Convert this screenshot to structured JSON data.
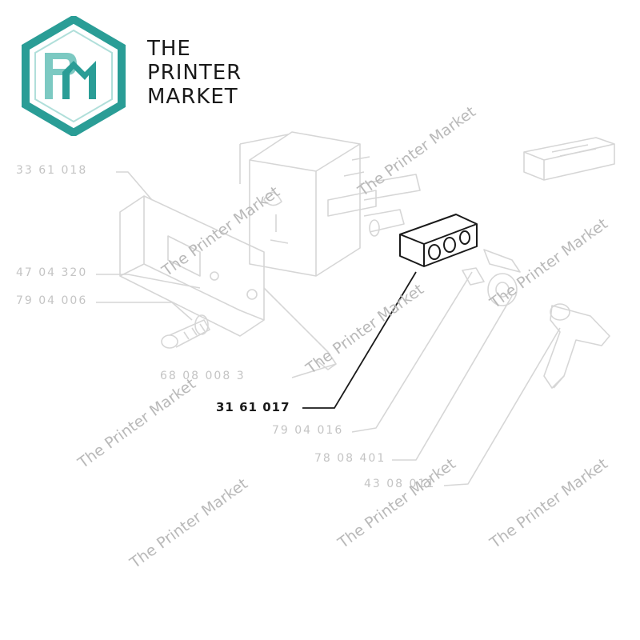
{
  "brand": {
    "logo_monogram": "PM",
    "name_lines": [
      "THE",
      "PRINTER",
      "MARKET"
    ],
    "logo_color": "#2a9d96"
  },
  "part_labels": [
    {
      "id": "33-61-018",
      "text": "33 61 018",
      "highlighted": false
    },
    {
      "id": "47-04-320",
      "text": "47 04 320",
      "highlighted": false
    },
    {
      "id": "79-04-006",
      "text": "79 04 006",
      "highlighted": false
    },
    {
      "id": "68-08-008-3",
      "text": "68 08 008 3",
      "highlighted": false
    },
    {
      "id": "31-61-017",
      "text": "31 61 017",
      "highlighted": true
    },
    {
      "id": "79-04-016",
      "text": "79 04 016",
      "highlighted": false
    },
    {
      "id": "78-08-401",
      "text": "78 08 401",
      "highlighted": false
    },
    {
      "id": "43-08-011",
      "text": "43 08 011",
      "highlighted": false
    }
  ],
  "watermark": {
    "text": "The Printer Market",
    "color": "#b9b9b9"
  }
}
